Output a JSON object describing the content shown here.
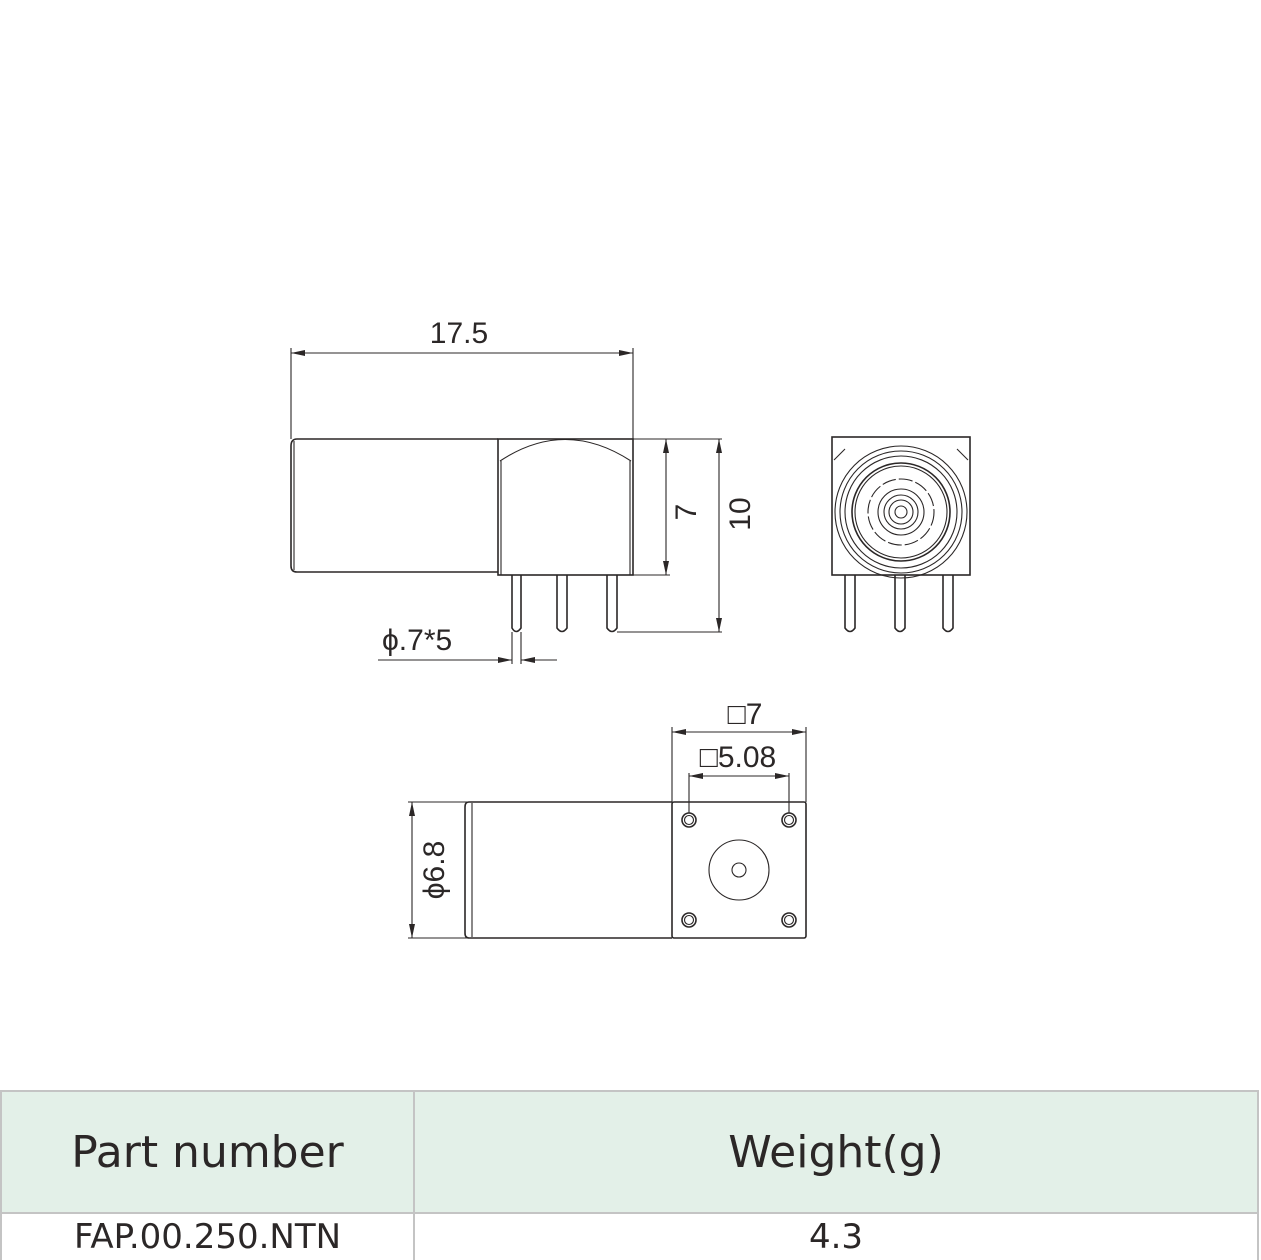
{
  "drawing": {
    "side_view": {
      "length_dim": "17.5",
      "body_height_dim": "7",
      "total_height_dim": "10",
      "pin_dim": "ϕ.7*5"
    },
    "bottom_view": {
      "outer_square_dim": "□7",
      "pin_square_dim": "□5.08",
      "diameter_dim": "ϕ6.8"
    }
  },
  "table": {
    "headers": [
      "Part number",
      "Weight(g)"
    ],
    "rows": [
      [
        "FAP.00.250.NTN",
        "4.3"
      ]
    ],
    "header_bg": "#e3f0e8"
  }
}
